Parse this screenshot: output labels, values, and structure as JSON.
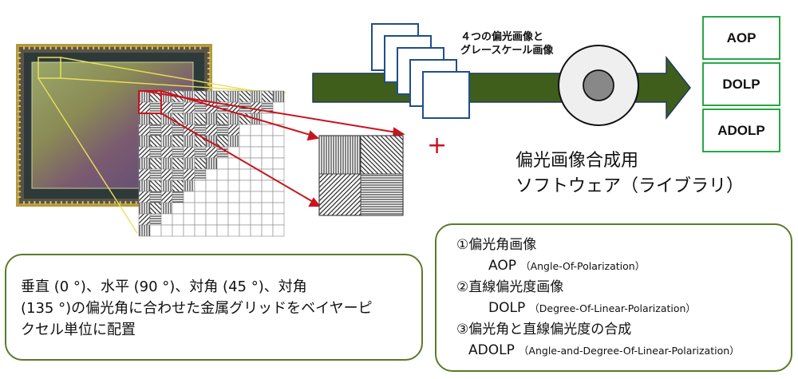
{
  "inputs_caption": [
    "４つの偏光画像と",
    "グレースケール画像"
  ],
  "plus_sign": "+",
  "outputs": [
    "AOP",
    "DOLP",
    "ADOLP"
  ],
  "software_label": [
    "偏光画像合成用",
    "ソフトウェア（ライブラリ）"
  ],
  "left_text": [
    "垂直 (0 °)、水平 (90 °)、対角 (45 °)、対角",
    "(135 °)の偏光角に合わせた金属グリッドをベイヤーピ",
    "クセル単位に配置"
  ],
  "right_list": [
    {
      "title": "①偏光角画像",
      "abbr": "AOP",
      "full": "（Angle-Of-Polarization）"
    },
    {
      "title": "②直線偏光度画像",
      "abbr": "DOLP",
      "full": "（Degree-Of-Linear-Polarization）"
    },
    {
      "title": "③偏光角と直線偏光度の合成",
      "abbr": "ADOLP",
      "full": "（Angle-and-Degree-Of-Linear-Polarization）"
    }
  ],
  "colors": {
    "arrow": "#3f5e1c",
    "output_border": "#27a844",
    "box_border": "#5b7a2c",
    "red": "#c8141e",
    "yellow": "#e8e05a"
  }
}
